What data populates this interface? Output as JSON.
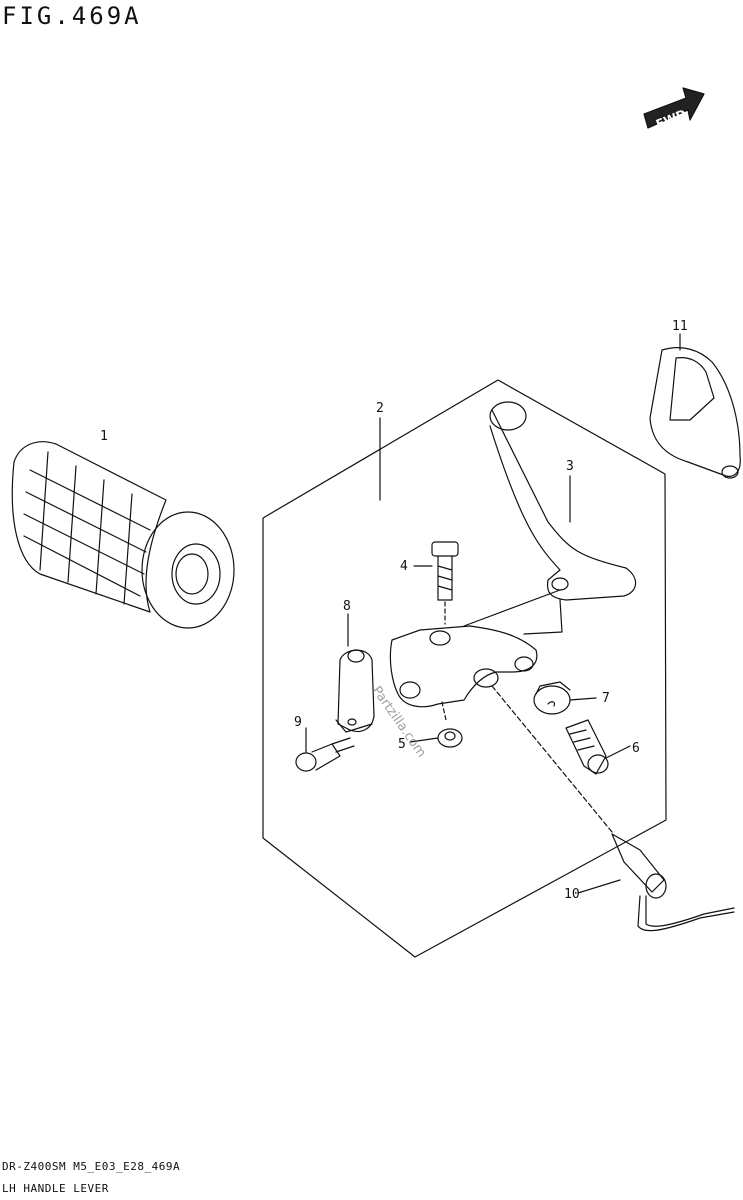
{
  "figure": {
    "title": "FIG.469A",
    "fwd_label": "FWD",
    "code": "DR-Z400SM M5_E03_E28_469A",
    "name": "LH HANDLE LEVER",
    "watermark": "Partzilla.com"
  },
  "callouts": [
    {
      "id": "1",
      "label": "1"
    },
    {
      "id": "2",
      "label": "2"
    },
    {
      "id": "3",
      "label": "3"
    },
    {
      "id": "4",
      "label": "4"
    },
    {
      "id": "5",
      "label": "5"
    },
    {
      "id": "6",
      "label": "6"
    },
    {
      "id": "7",
      "label": "7"
    },
    {
      "id": "8",
      "label": "8"
    },
    {
      "id": "9",
      "label": "9"
    },
    {
      "id": "10",
      "label": "10"
    },
    {
      "id": "11",
      "label": "11"
    }
  ]
}
